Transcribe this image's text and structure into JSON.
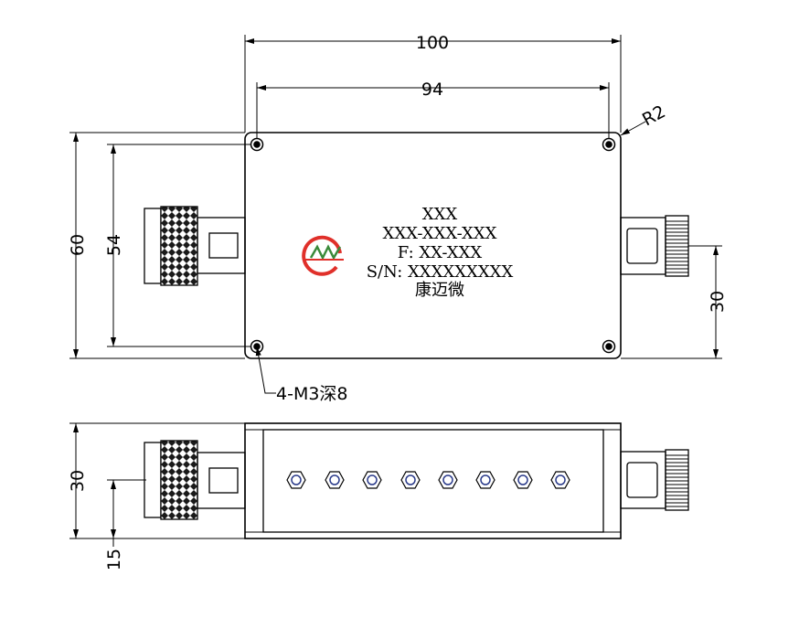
{
  "dimensions": {
    "overall_width": "100",
    "hole_spacing_width": "94",
    "corner_radius": "R2",
    "overall_height": "60",
    "hole_spacing_height": "54",
    "connector_height": "30",
    "side_height": "30",
    "side_center_height": "15"
  },
  "callouts": {
    "mount_holes": "4-M3深8"
  },
  "nameplate": {
    "model": "XXX",
    "part_number": "XXX-XXX-XXX",
    "frequency": "F: XX-XXX",
    "serial": "S/N: XXXXXXXXX",
    "company": "康迈微"
  },
  "colors": {
    "logo_red": "#e0302a",
    "logo_green": "#3a8a3a",
    "line": "#000000"
  },
  "icons": {
    "logo": "mw-logo",
    "tuning_screws": 8
  }
}
